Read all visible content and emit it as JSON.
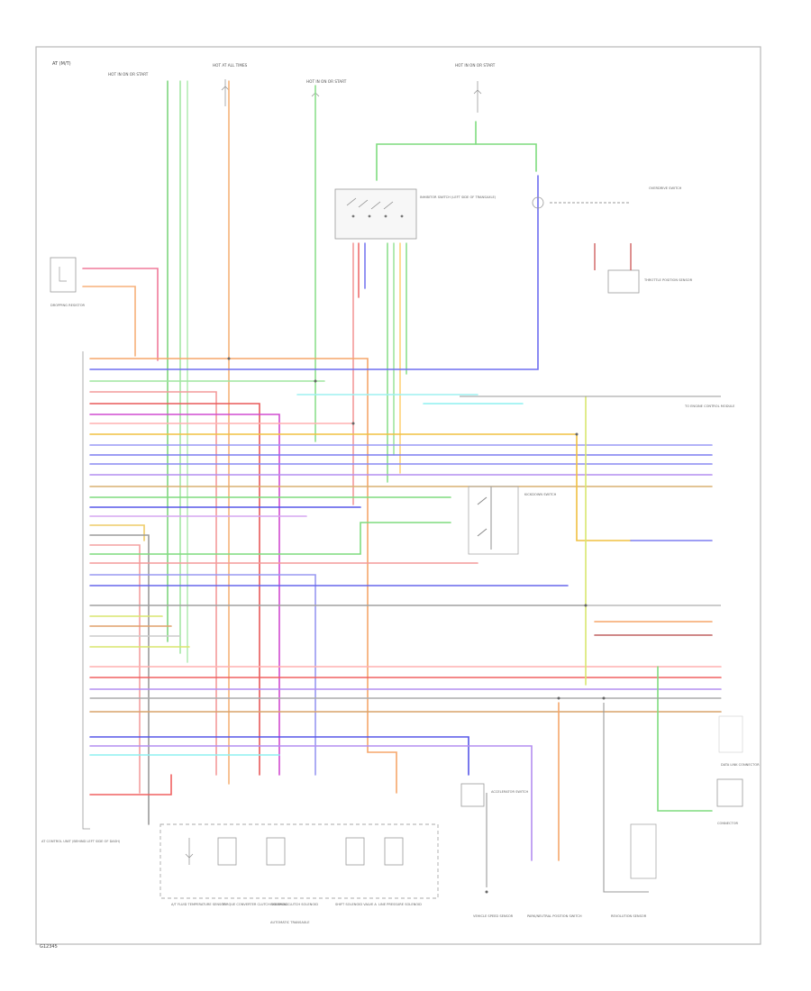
{
  "diagram": {
    "header": "AT (M/T)",
    "footer": "G12345",
    "top_labels": [
      {
        "text": "HOT IN ON OR START"
      },
      {
        "text": "HOT AT ALL TIMES"
      },
      {
        "text": "HOT IN ON OR START"
      },
      {
        "text": "HOT IN ON OR START"
      }
    ],
    "components": {
      "ecm": "AT CONTROL UNIT (BEHIND LEFT SIDE OF DASH)",
      "inhibitor_switch": "INHIBITOR SWITCH (LEFT SIDE OF TRANSAXLE)",
      "dropping_resistor": "DROPPING RESISTOR",
      "overdrive_switch": "OVERDRIVE SWITCH",
      "throttle_sensor": "THROTTLE POSITION SENSOR",
      "transaxle": "AUTOMATIC TRANSAXLE",
      "solenoids": [
        "A/T FLUID TEMPERATURE SENSOR",
        "TORQUE CONVERTER CLUTCH SOLENOID",
        "OVERRUN CLUTCH SOLENOID",
        "SHIFT SOLENOID VALVE A",
        "LINE PRESSURE SOLENOID"
      ],
      "accel_switch": "ACCELERATOR SWITCH",
      "speed_sensor": "VEHICLE SPEED SENSOR",
      "park_switch": "PARK/NEUTRAL POSITION SWITCH",
      "revolution_sensor": "REVOLUTION SENSOR",
      "right_connector": "CONNECTOR",
      "kickdown": "KICKDOWN SWITCH",
      "data_link": "DATA LINK CONNECTOR",
      "engine_control": "TO ENGINE CONTROL MODULE"
    }
  }
}
